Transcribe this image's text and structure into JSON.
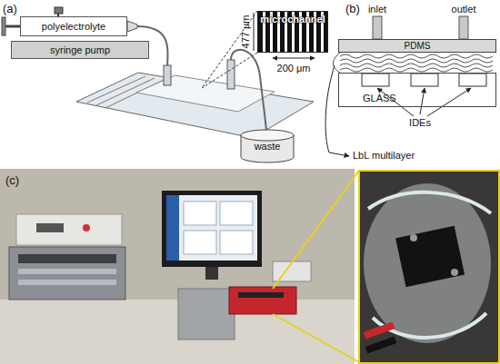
{
  "diagram": {
    "nodes": [
      {
        "text": [
          "polyelectrolyte"
        ]
      },
      {
        "text": [
          "microchannel"
        ]
      },
      {
        "text": [
          "syringe pump"
        ]
      },
      {
        "text": [
          "waste"
        ]
      },
      {
        "text": [
          "PDMS"
        ]
      },
      {
        "text": [
          "GLASS"
        ]
      }
    ],
    "labels": [
      "(a)",
      "477 μm",
      "200 μm",
      "(b)",
      "inlet",
      "outlet",
      "IDEs",
      "LbL multilayer",
      "(c)"
    ]
  }
}
